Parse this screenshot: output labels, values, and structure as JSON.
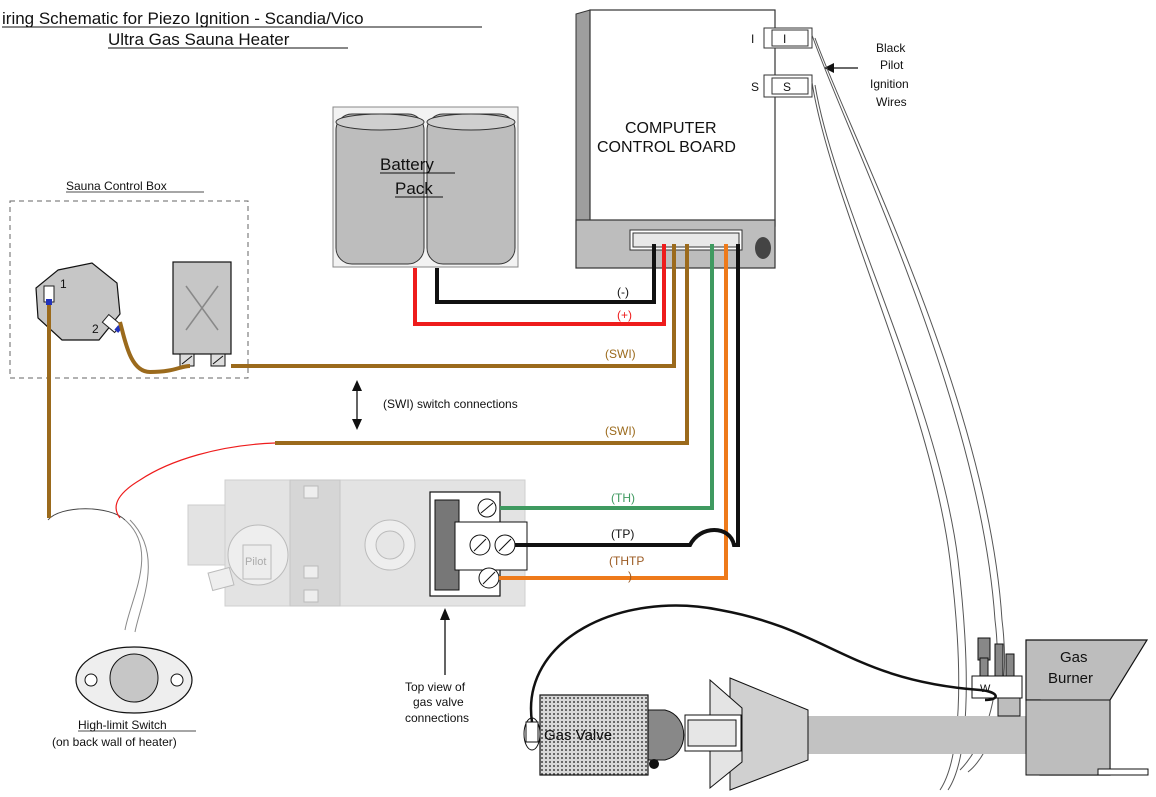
{
  "title": {
    "line1": "iring Schematic for Piezo Ignition - Scandia/Vico",
    "line2": "Ultra Gas Sauna Heater"
  },
  "control_box": {
    "label": "Sauna Control Box",
    "terminal_1": "1",
    "terminal_2": "2"
  },
  "battery": {
    "line1": "Battery",
    "line2": "Pack"
  },
  "board": {
    "line1": "COMPUTER",
    "line2": "CONTROL BOARD",
    "port_i": "I",
    "port_s": "S"
  },
  "pilot_wires": {
    "line1": "Black",
    "line2": "Pilot",
    "line3": "Ignition",
    "line4": "Wires"
  },
  "wires": {
    "neg": "(-)",
    "pos": "(+)",
    "swi_1": "(SWI)",
    "swi_2": "(SWI)",
    "th": "(TH)",
    "tp": "(TP)",
    "thtp_1": "(THTP",
    "thtp_2": ")"
  },
  "switch_note": "(SWI) switch connections",
  "gas_valve_view": {
    "line1": "Top view of",
    "line2": "gas valve",
    "line3": "connections"
  },
  "pilot_label": "Pilot",
  "high_limit": {
    "line1": "High-limit Switch",
    "line2": "(on back wall of heater)"
  },
  "gas_valve_label": "Gas Valve",
  "burner": {
    "line1": "Gas",
    "line2": "Burner",
    "w": "W"
  },
  "colors": {
    "brown": "#9b6a1c",
    "red": "#ee1c1c",
    "black": "#111111",
    "green": "#3f9a60",
    "orange": "#ee7a1a",
    "gray": "#c8c8c8"
  }
}
